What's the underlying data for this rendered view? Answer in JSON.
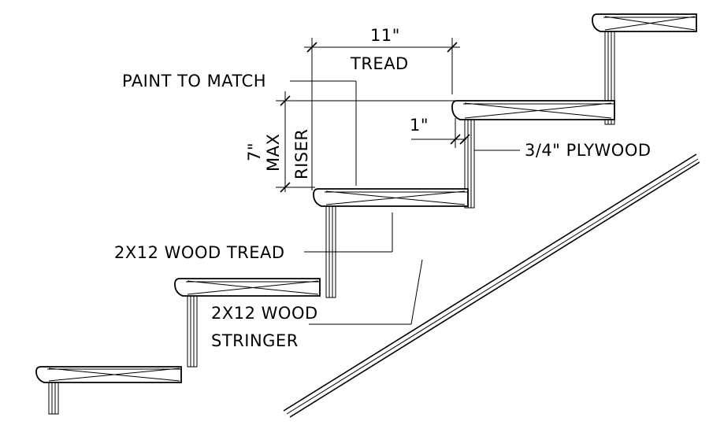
{
  "labels": {
    "tread_dim": "11\"",
    "tread": "TREAD",
    "paint": "PAINT TO MATCH",
    "riser_dim": "7\"",
    "max": "MAX",
    "riser": "RISER",
    "nosing_dim": "1\"",
    "plywood": "3/4\" PLYWOOD",
    "wood_tread": "2X12 WOOD TREAD",
    "stringer_line1": "2X12 WOOD",
    "stringer_line2": "STRINGER"
  }
}
